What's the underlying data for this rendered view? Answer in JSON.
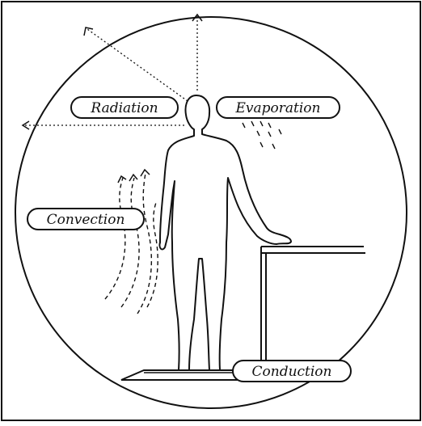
{
  "labels": {
    "radiation": "Radiation",
    "evaporation": "Evaporation",
    "convection": "Convection",
    "conduction": "Conduction"
  },
  "colors": {
    "ink": "#111111",
    "paper": "#ffffff"
  }
}
